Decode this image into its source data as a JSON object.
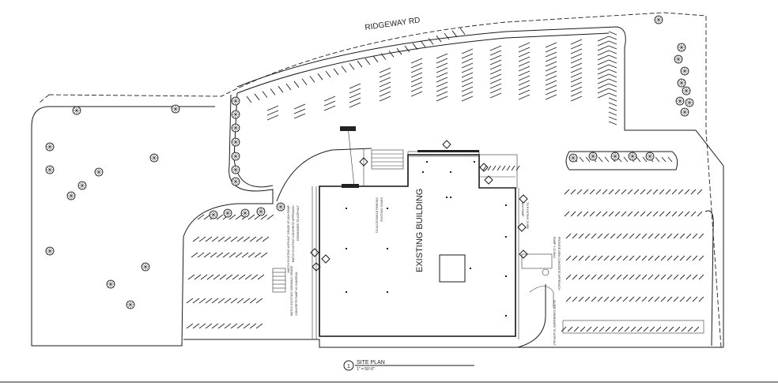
{
  "plan": {
    "road_label": "RIDGEWAY RD",
    "building_label": "EXISTING BUILDING",
    "title_number": "1",
    "title": "SITE PLAN",
    "scale": "1\" = 50'-0\""
  },
  "notes": [
    "MATCH EXISTING ASPHALT GRADE AT ADA RAMP",
    "MATCH EXISTING CONCRETE APPROACH",
    "DOWNWARD TO ASPHALT",
    "TO ACCESSIBLE PARKING",
    "EXISTING STAIRS",
    "ADA RAMP",
    "TO EXISTING CURB",
    "RAMP 1:12 MAX",
    "MATCH EXISTING SIDEWALK GRADE",
    "CONCRETE RAMP W/ HANDRAIL",
    "SLOPE DOWNWARD TO ASPHALT",
    "PROVIDE NEW CONCRETE APPROACH"
  ],
  "icons": [
    "tree-icon",
    "keynote-diamond-icon",
    "north-arrow-icon"
  ]
}
